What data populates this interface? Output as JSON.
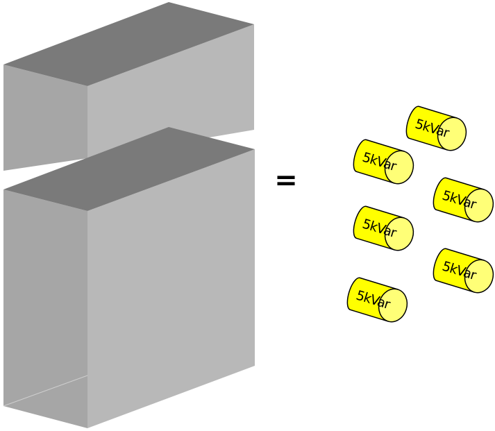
{
  "diagram": {
    "equals_symbol": "=",
    "capacitor_label": "5kVar",
    "capacitor_count": 6,
    "colors": {
      "background": "#ffffff",
      "box_front": "#b8b8b8",
      "box_side": "#a6a6a6",
      "box_top": "#7a7a7a",
      "box_edge": "#cfcfcf",
      "capacitor_body": "#ffff00",
      "capacitor_cap": "#ffff77",
      "capacitor_outline": "#000000",
      "equals": "#000000"
    },
    "boxes": [
      {
        "name": "upper-box"
      },
      {
        "name": "lower-box"
      }
    ],
    "capacitors": [
      {
        "label": "5kVar"
      },
      {
        "label": "5kVar"
      },
      {
        "label": "5kVar"
      },
      {
        "label": "5kVar"
      },
      {
        "label": "5kVar"
      },
      {
        "label": "5kVar"
      }
    ]
  }
}
